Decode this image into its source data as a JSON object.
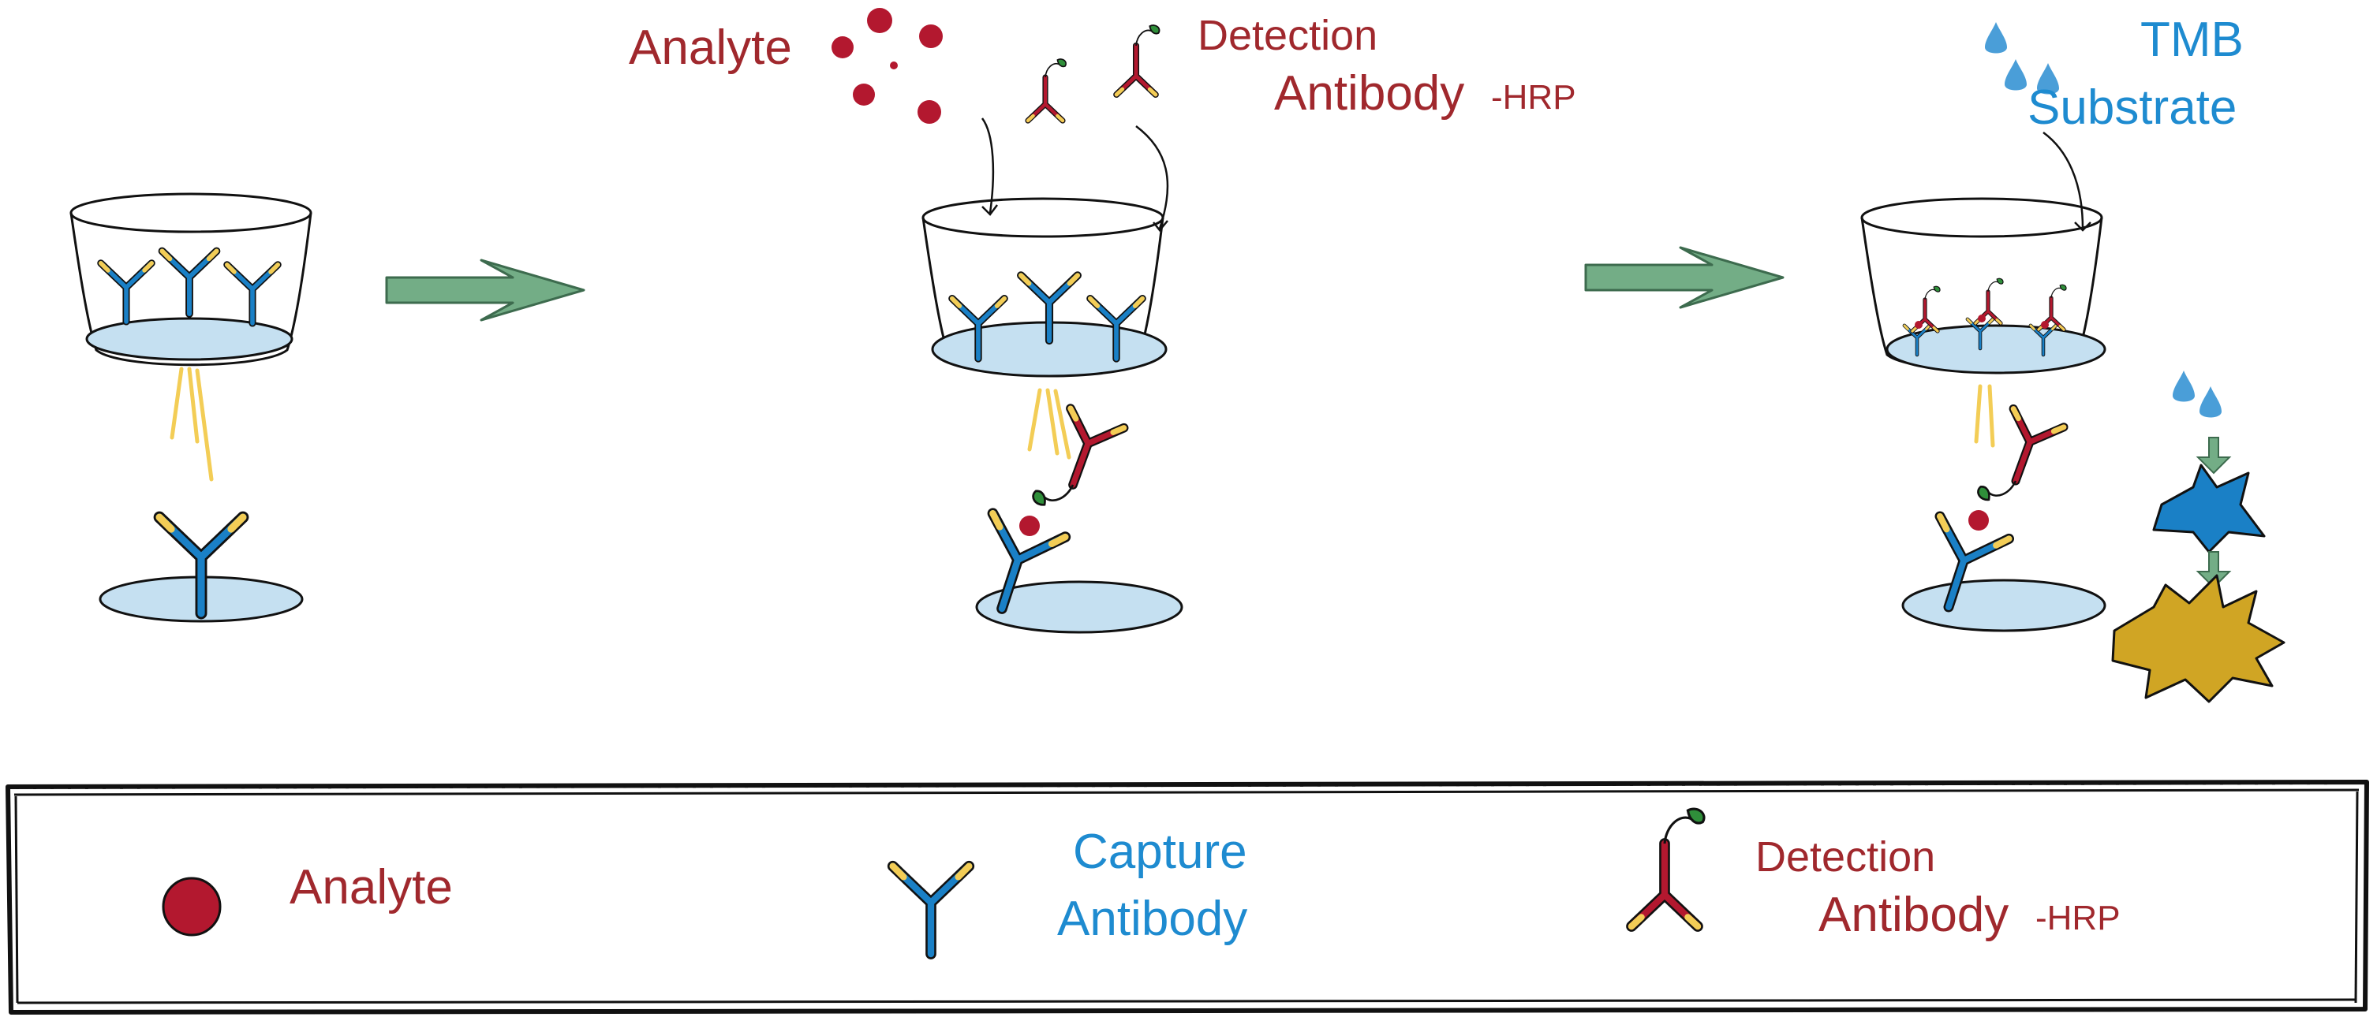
{
  "colors": {
    "analyte": "#b3182f",
    "capture_blue": "#1a80c6",
    "tip_yellow": "#f3cd56",
    "detection_red": "#b3182f",
    "hrp_green": "#2f8f3a",
    "plate_blue": "#c5e0f1",
    "arrow_green": "#73ad86",
    "substrate_drop": "#4a9ed8",
    "product_yellow": "#d0a524",
    "label_red": "#a0282d",
    "label_blue": "#1e8bd0"
  },
  "steps": {
    "step2": {
      "analyte_label": "Analyte",
      "detection_label": "Detection",
      "antibody_label": "Antibody",
      "hrp_label": "-HRP"
    },
    "step3": {
      "tmb_label": "TMB",
      "substrate_label": "Substrate"
    }
  },
  "legend": {
    "analyte": "Analyte",
    "capture_line1": "Capture",
    "capture_line2": "Antibody",
    "detection_line1": "Detection",
    "detection_line2": "Antibody",
    "detection_hrp": "-HRP"
  },
  "icons": [
    "analyte-dot-icon",
    "capture-antibody-icon",
    "detection-antibody-icon",
    "substrate-drop-icon",
    "process-arrow-icon",
    "well-icon",
    "plate-surface-icon",
    "reaction-burst-icon"
  ]
}
